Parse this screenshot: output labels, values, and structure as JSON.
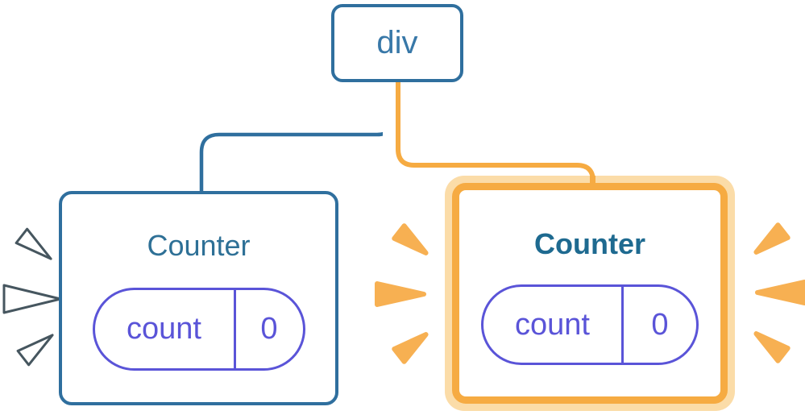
{
  "diagram": {
    "description": "React component tree: a div root with two Counter children; the right Counter is highlighted as updating (orange glow), the left is inactive",
    "root_node": {
      "label": "div"
    },
    "left_component": {
      "title": "Counter",
      "state": {
        "key": "count",
        "value": "0"
      }
    },
    "right_component": {
      "title": "Counter",
      "state": {
        "key": "count",
        "value": "0"
      }
    },
    "colors": {
      "blue_border": "#2F6F9E",
      "div_text": "#3878A8",
      "left_title": "#2E7096",
      "right_title": "#1E6A90",
      "pill_indigo": "#5A54D8",
      "highlight_orange": "#F6AB42",
      "highlight_orange_light": "#FBDCA8",
      "sparkle_orange": "#F7B052",
      "sparkle_white_outline": "#46565F",
      "card_background": "#FFFFFF"
    }
  }
}
